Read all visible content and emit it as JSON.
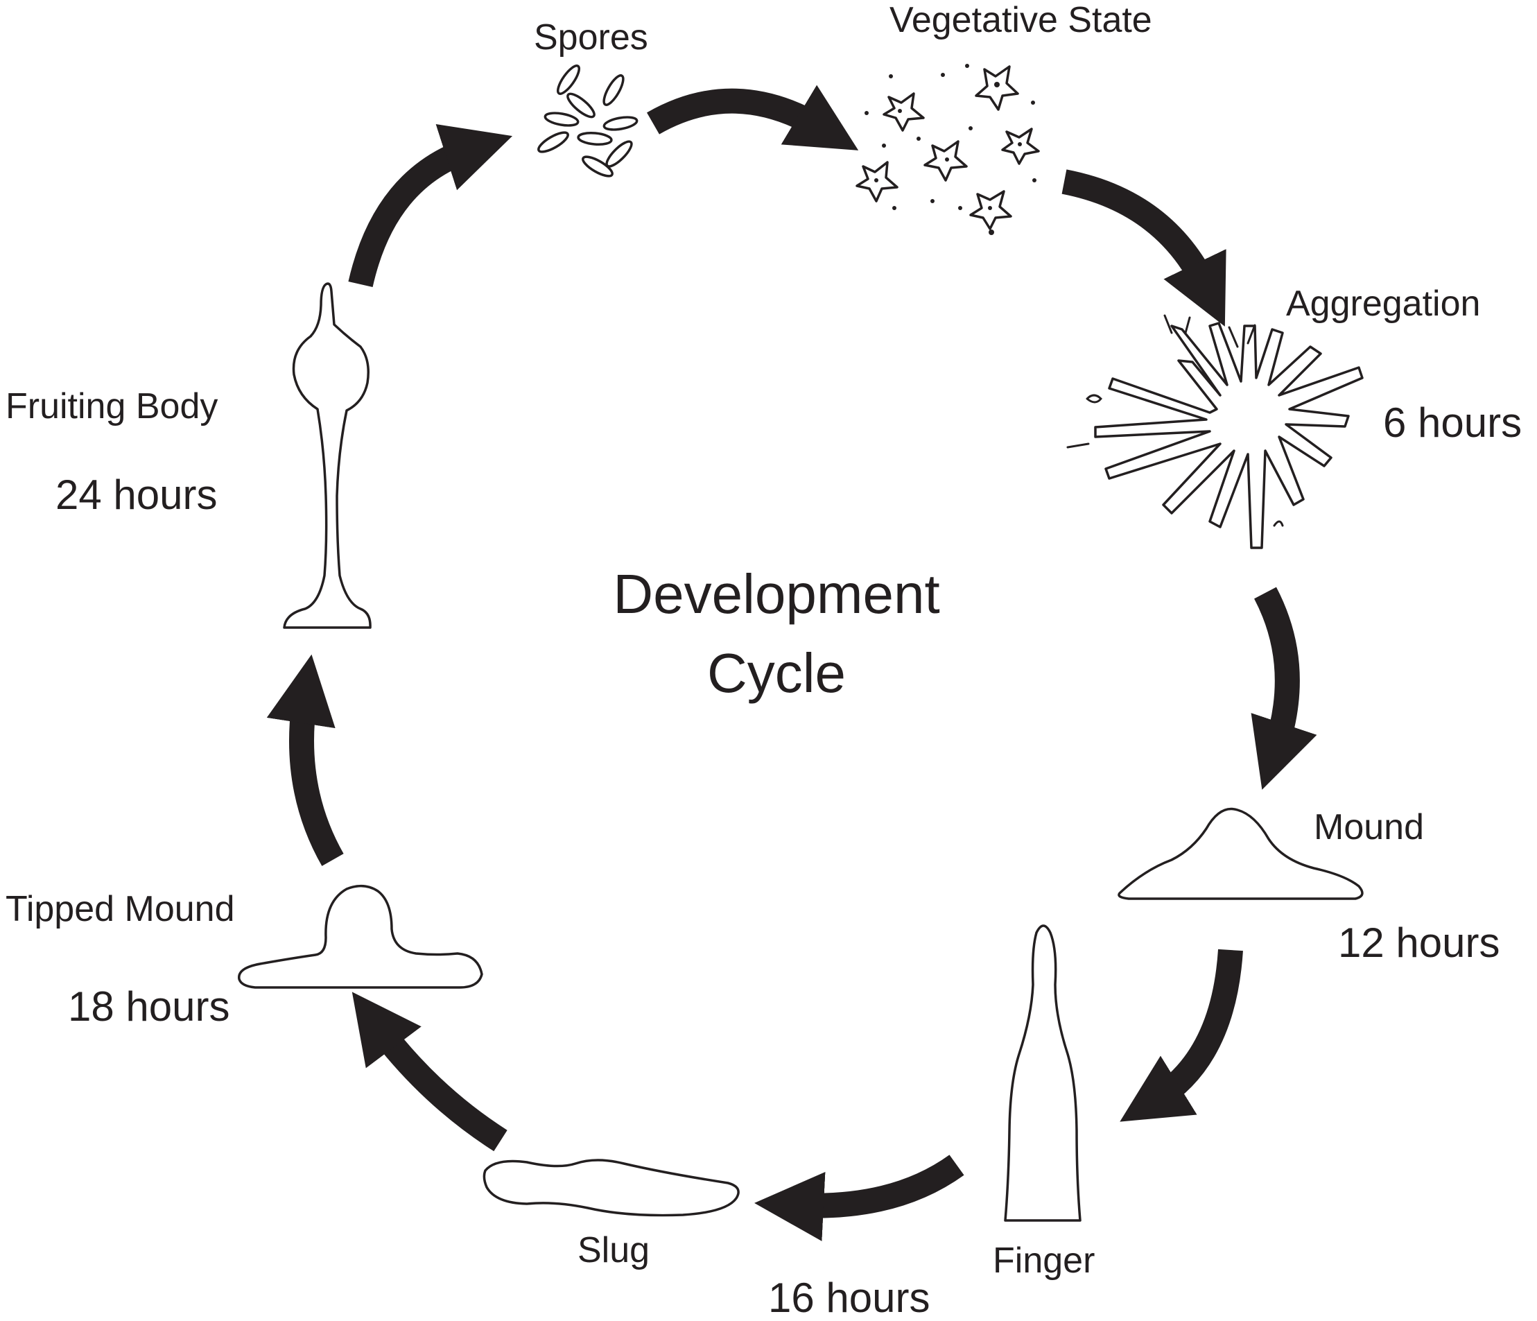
{
  "diagram": {
    "title_line1": "Development",
    "title_line2": "Cycle",
    "stages": [
      {
        "name": "Spores",
        "time": ""
      },
      {
        "name": "Vegetative State",
        "time": ""
      },
      {
        "name": "Aggregation",
        "time": "6 hours"
      },
      {
        "name": "Mound",
        "time": "12 hours"
      },
      {
        "name": "Finger",
        "time": ""
      },
      {
        "name": "Slug",
        "time": "16 hours"
      },
      {
        "name": "Tipped Mound",
        "time": "18 hours"
      },
      {
        "name": "Fruiting Body",
        "time": "24 hours"
      }
    ],
    "colors": {
      "ink": "#231f20",
      "background": "#ffffff"
    }
  }
}
